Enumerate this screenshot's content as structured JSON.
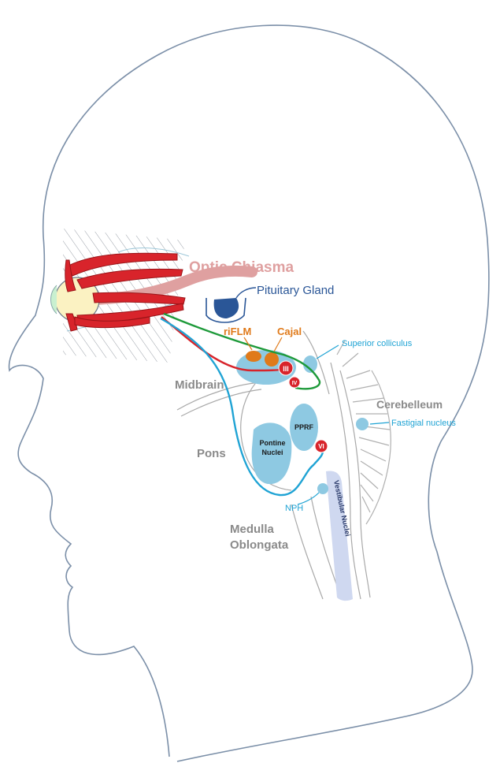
{
  "labels": {
    "optic_chiasma": "Optic Chiasma",
    "pituitary_gland": "Pituitary Gland",
    "riflm": "riFLM",
    "cajal": "Cajal",
    "superior_colliculus": "Superior colliculus",
    "midbrain": "Midbrain",
    "cerebellum": "Cerebelleum",
    "fastigial_nucleus": "Fastigial nucleus",
    "pprf": "PPRF",
    "pontine_line1": "Pontine",
    "pontine_line2": "Nuclei",
    "pons": "Pons",
    "nph": "NPH",
    "vestibular_nuclei": "Vestibular Nuclei",
    "medulla_line1": "Medulla",
    "medulla_line2": "Oblongata",
    "nucleus_iii": "III",
    "nucleus_iv": "IV",
    "nucleus_vi": "VI"
  },
  "colors": {
    "outline": "#7b8fa8",
    "muscle": "#d8242b",
    "nucleus_blue": "#8ec9e2",
    "orange": "#e07a1a",
    "green": "#1e9a3a",
    "cyan": "#1fa3d4",
    "navy": "#2a5697",
    "chiasma": "#dfa0a0",
    "gray_text": "#8a8a8a"
  }
}
